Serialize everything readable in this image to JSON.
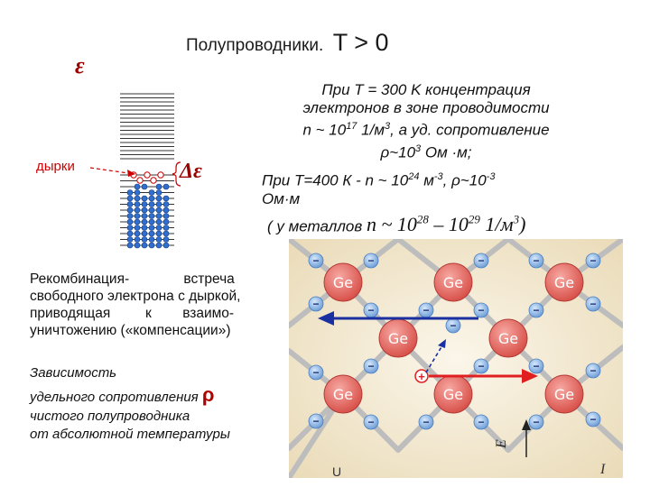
{
  "title": {
    "main": "Полупроводники.",
    "condition": "T > 0"
  },
  "band_diagram": {
    "energy_symbol": "ε",
    "holes_label": "дырки",
    "gap_symbol": "Δε"
  },
  "text": {
    "t300_line1": "При  T = 300 K концентрация",
    "t300_line2": "электронов в зоне проводимости",
    "t300_line3a": "n ~ 10",
    "t300_line3_exp1": "17",
    "t300_line3b": " 1/м",
    "t300_line3_exp2": "3",
    "t300_line3c": ", а уд. сопротивление",
    "t300_line4a": "ρ~10",
    "t300_line4_exp": "3",
    "t300_line4b": " Ом ·м;",
    "t400_a": "При  T=400  К   -  n  ~  10",
    "t400_exp1": "24",
    "t400_b": "  м",
    "t400_exp2": "-3",
    "t400_c": ",  ρ~10",
    "t400_exp3": "-3",
    "t400_d": "Ом·м",
    "metals_a": "( у металлов ",
    "metals_b": "n ~ 10",
    "metals_exp1": "28",
    "metals_c": " – 10",
    "metals_exp2": "29",
    "metals_d": " 1/м",
    "metals_exp3": "3",
    "metals_e": ")",
    "recomb_1": "Рекомбинация-              встреча",
    "recomb_2": "свободного электрона с дыркой,",
    "recomb_3": "приводящая         к        взаимо-",
    "recomb_4": "уничтожению («компенсации»)",
    "dep_1": "Зависимость",
    "dep_2": "удельного сопротивления ",
    "dep_rho": "ρ",
    "dep_3": "чистого полупроводника",
    "dep_4": "от абсолютной температуры"
  },
  "crystal": {
    "atom_label": "Ge",
    "electron_sign": "−",
    "hole_sign": "+",
    "field_symbol": "E",
    "corner_left": "U",
    "corner_right": "I"
  },
  "colors": {
    "atom_fill": "#e76a63",
    "electron_fill": "#8fb8e8",
    "hole_color": "#e02020",
    "electron_arrow": "#1a2fa0",
    "hole_arrow": "#e02020",
    "bond_color": "#c8c8c8",
    "crystal_bg": "#f0e4c8"
  }
}
